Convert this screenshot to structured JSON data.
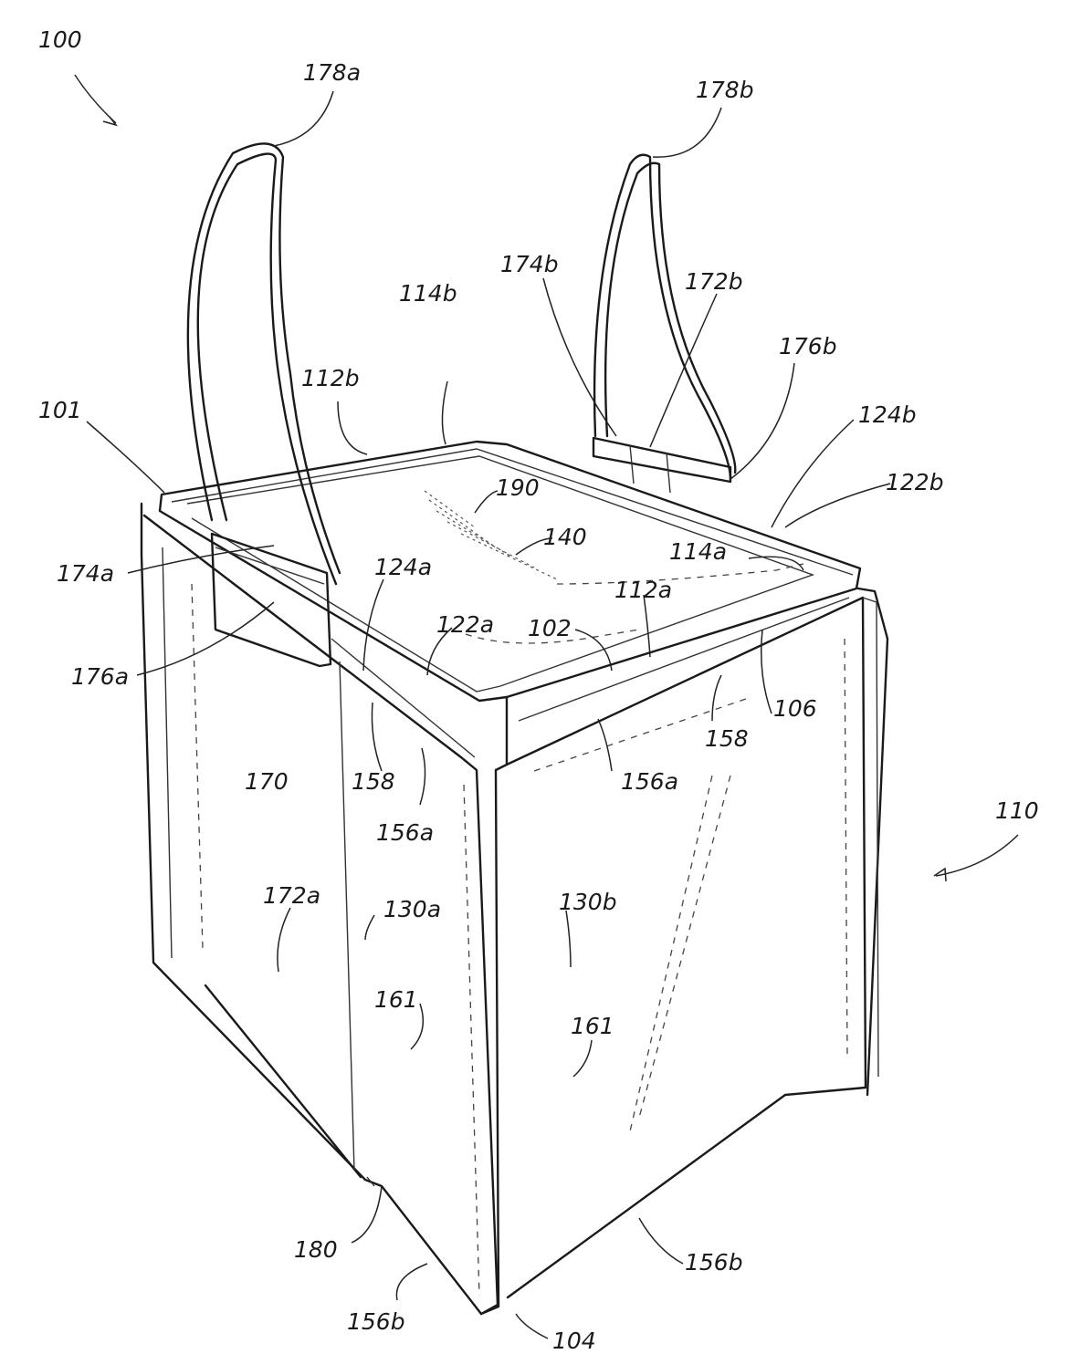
{
  "labels": {
    "l100": "100",
    "l178a": "178a",
    "l178b": "178b",
    "l174b": "174b",
    "l172b": "172b",
    "l114b": "114b",
    "l176b": "176b",
    "l112b": "112b",
    "l124b": "124b",
    "l101": "101",
    "l122b": "122b",
    "l190": "190",
    "l140": "140",
    "l114a": "114a",
    "l174a": "174a",
    "l124a": "124a",
    "l112a": "112a",
    "l122a": "122a",
    "l102": "102",
    "l176a": "176a",
    "l106": "106",
    "l158L": "158",
    "l158R": "158",
    "l156aR": "156a",
    "l170": "170",
    "l156aL": "156a",
    "l110": "110",
    "l172a": "172a",
    "l130a": "130a",
    "l130b": "130b",
    "l161L": "161",
    "l161R": "161",
    "l180": "180",
    "l156bR": "156b",
    "l156bL": "156b",
    "l104": "104"
  }
}
